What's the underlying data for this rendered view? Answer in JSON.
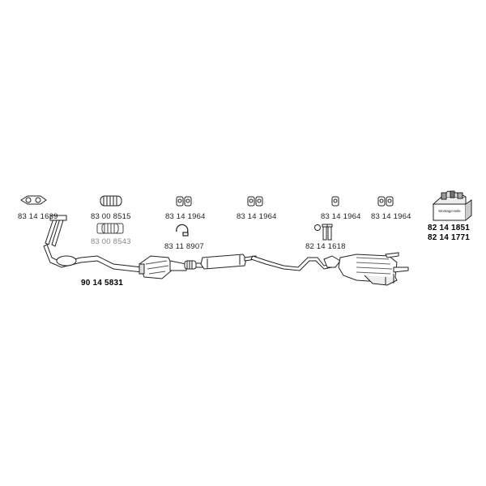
{
  "parts": {
    "gasket_front": "83 14 1639",
    "flex_pipe_a": "83 00 8515",
    "flex_pipe_b": "83 00 8543",
    "hanger_1": "83 14 1964",
    "hanger_2": "83 14 1964",
    "hanger_3": "83 14 1964",
    "hanger_4": "83 14 1964",
    "clamp": "83 11 8907",
    "bolt_kit": "82 14 1618",
    "front_pipe": "90 14 5831",
    "mounting_kit_1": "82 14 1851",
    "mounting_kit_2": "82 14 1771"
  },
  "kit_box_text": "Montage-teile"
}
